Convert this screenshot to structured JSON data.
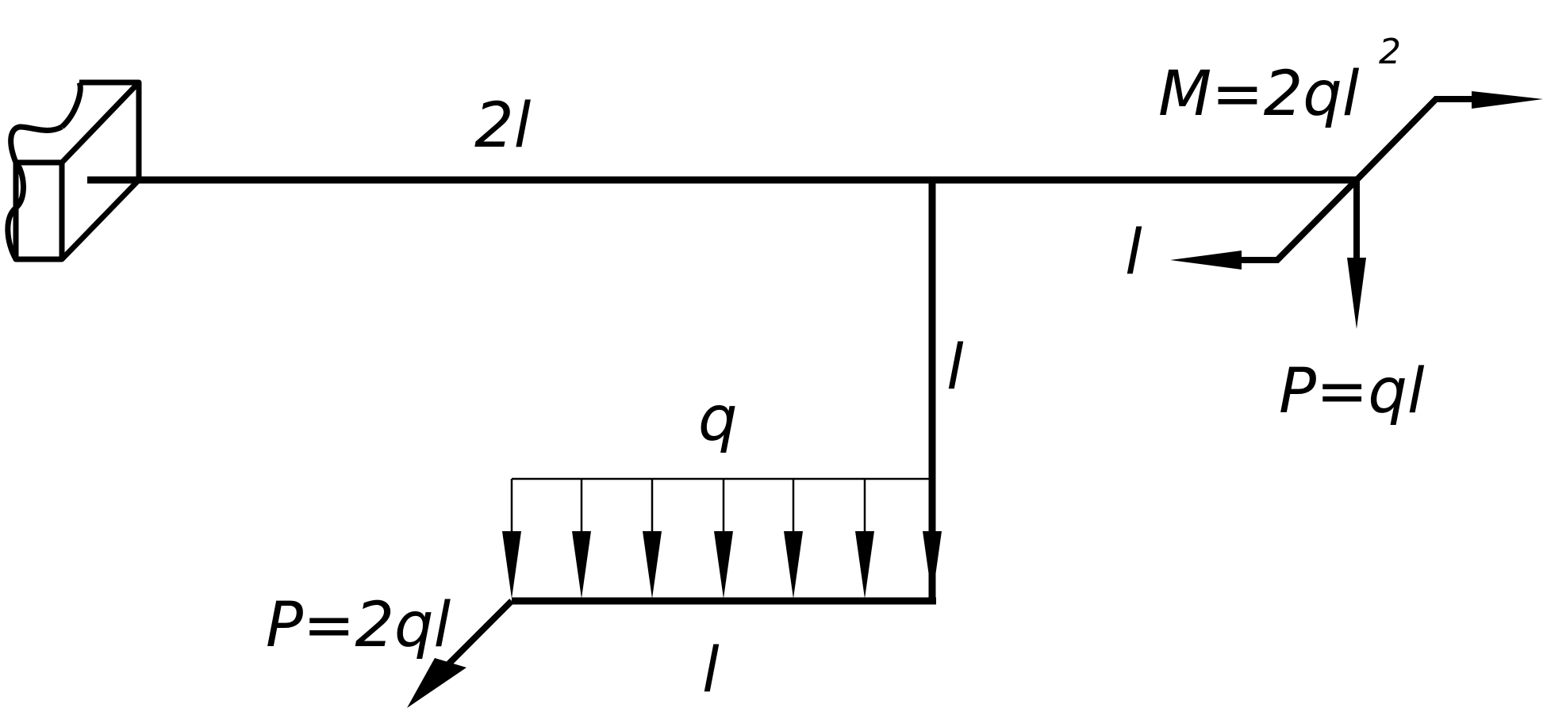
{
  "colors": {
    "ink": "#000000",
    "paper": "#ffffff"
  },
  "labels": {
    "top_span": "2l",
    "moment_main": "M=2ql",
    "moment_exp": "2",
    "offset_right": "l",
    "load_right": "P=ql",
    "vertical_span": "l",
    "distributed_load": "q",
    "bottom_span": "l",
    "load_left": "P=2ql"
  },
  "icons": {
    "support": "fixed-support-icon",
    "moment": "moment-vector-icon",
    "distributed": "distributed-load-icon"
  }
}
